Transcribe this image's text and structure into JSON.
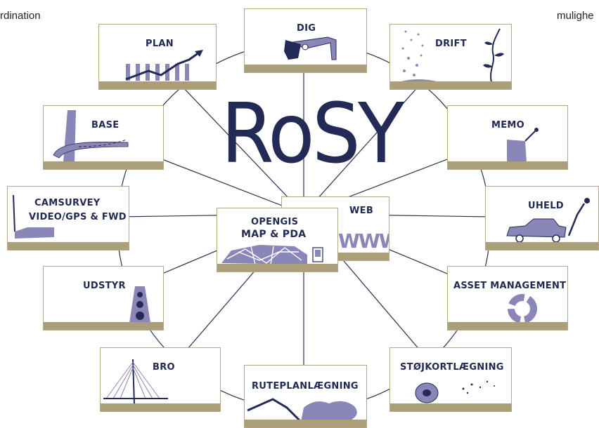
{
  "corner_texts": {
    "top_left": "rdination",
    "top_right": "mulighe"
  },
  "title": "RoSY",
  "modules": {
    "plan": "PLAN",
    "dig": "DIG",
    "drift": "DRIFT",
    "base": "BASE",
    "memo": "MEMO",
    "camsurvey_line1": "CAMSURVEY",
    "camsurvey_line2": "VIDEO/GPS & FWD",
    "opengis_line1": "OPENGIS",
    "opengis_line2": "MAP & PDA",
    "web": "WEB",
    "web_graphic": "WWW",
    "uheld": "UHELD",
    "udstyr": "UDSTYR",
    "asset_management": "ASSET MANAGEMENT",
    "bro": "BRO",
    "ruteplanlaegning": "RUTEPLANLÆGNING",
    "stojkortlaegning": "STØJKORTLÆGNING"
  },
  "colors": {
    "navy": "#232a56",
    "frame_gold": "#ab9f79",
    "icon_lavender": "#8a86b8",
    "spoke": "#2a2f4f"
  }
}
